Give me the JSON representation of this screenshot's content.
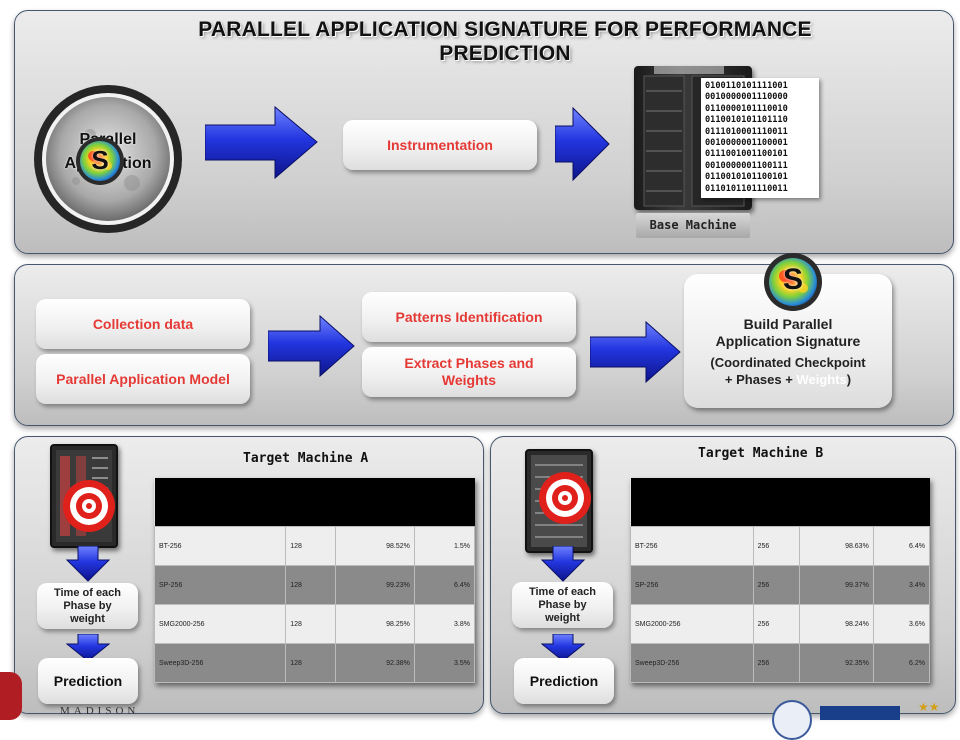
{
  "title": "PARALLEL APPLICATION SIGNATURE FOR PERFORMANCE PREDICTION",
  "stage1": {
    "app_label_line1": "Parallel",
    "app_label_line2": "Application",
    "signature_letter": "S",
    "instrumentation": "Instrumentation",
    "base_machine": "Base Machine",
    "binary_lines": [
      "0100110101111001",
      "0010000001110000",
      "0110000101110010",
      "0110010101101110",
      "0111010001110011",
      "0010000001100001",
      "0111001001100101",
      "0010000001100111",
      "0110010101100101",
      "0110101101110011"
    ]
  },
  "stage2": {
    "collection_data": "Collection data",
    "parallel_application_model": "Parallel Application Model",
    "patterns_identification": "Patterns Identification",
    "extract_phases_line1": "Extract Phases and",
    "extract_phases_line2": "Weights",
    "signature_letter": "S",
    "build_line1": "Build Parallel",
    "build_line2": "Application Signature",
    "build_sub_line1": "(Coordinated Checkpoint",
    "build_sub_line2_a": "+ Phases + ",
    "build_sub_line2_b": "Weights",
    "build_sub_line2_c": ")"
  },
  "target_a": {
    "label": "Target Machine A",
    "time_line1": "Time of each",
    "time_line2": "Phase by",
    "time_line3": "weight",
    "prediction": "Prediction",
    "rows": [
      [
        "BT-256",
        "128",
        "98.52%",
        "1.5%"
      ],
      [
        "SP-256",
        "128",
        "99.23%",
        "6.4%"
      ],
      [
        "SMG2000-256",
        "128",
        "98.25%",
        "3.8%"
      ],
      [
        "Sweep3D-256",
        "128",
        "92.38%",
        "3.5%"
      ]
    ]
  },
  "target_b": {
    "label": "Target Machine B",
    "time_line1": "Time of each",
    "time_line2": "Phase by",
    "time_line3": "weight",
    "prediction": "Prediction",
    "rows": [
      [
        "BT-256",
        "256",
        "98.63%",
        "6.4%"
      ],
      [
        "SP-256",
        "256",
        "99.37%",
        "3.4%"
      ],
      [
        "SMG2000-256",
        "256",
        "98.24%",
        "3.6%"
      ],
      [
        "Sweep3D-256",
        "256",
        "92.35%",
        "6.2%"
      ]
    ]
  },
  "footer": {
    "madison": "MADISON"
  },
  "colors": {
    "accent_red": "#e53935",
    "arrow_blue": "#1f2fd0",
    "panel_border": "#45566e"
  }
}
